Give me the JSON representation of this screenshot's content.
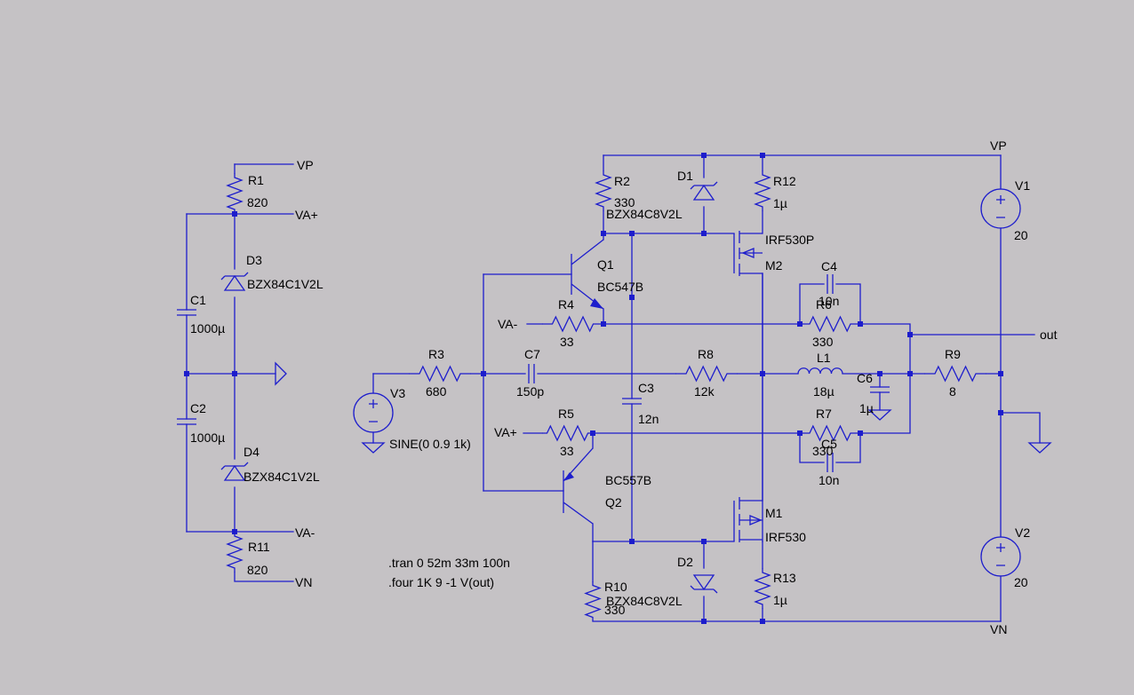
{
  "colors": {
    "background": "#c5c2c5",
    "wire": "#1d1dcc",
    "text": "#000000"
  },
  "nets": {
    "vp_left": "VP",
    "vp_right": "VP",
    "va_plus_left": "VA+",
    "va_plus_r5": "VA+",
    "va_minus_left": "VA-",
    "va_minus_r4": "VA-",
    "vn_left": "VN",
    "vn_right": "VN",
    "out": "out"
  },
  "components": {
    "R1": {
      "name": "R1",
      "value": "820"
    },
    "R2": {
      "name": "R2",
      "value": "330"
    },
    "R3": {
      "name": "R3",
      "value": "680"
    },
    "R4": {
      "name": "R4",
      "value": "33"
    },
    "R5": {
      "name": "R5",
      "value": "33"
    },
    "R6": {
      "name": "R6",
      "value": "330"
    },
    "R7": {
      "name": "R7",
      "value": "330"
    },
    "R8": {
      "name": "R8",
      "value": "12k"
    },
    "R9": {
      "name": "R9",
      "value": "8"
    },
    "R10": {
      "name": "R10",
      "value": "330"
    },
    "R11": {
      "name": "R11",
      "value": "820"
    },
    "R12": {
      "name": "R12",
      "value": "1µ"
    },
    "R13": {
      "name": "R13",
      "value": "1µ"
    },
    "C1": {
      "name": "C1",
      "value": "1000µ"
    },
    "C2": {
      "name": "C2",
      "value": "1000µ"
    },
    "C3": {
      "name": "C3",
      "value": "12n"
    },
    "C4": {
      "name": "C4",
      "value": "10n"
    },
    "C5": {
      "name": "C5",
      "value": "10n"
    },
    "C6": {
      "name": "C6",
      "value": "1µ"
    },
    "C7": {
      "name": "C7",
      "value": "150p"
    },
    "L1": {
      "name": "L1",
      "value": "18µ"
    },
    "D1": {
      "name": "D1",
      "value": "BZX84C8V2L"
    },
    "D2": {
      "name": "D2",
      "value": "BZX84C8V2L"
    },
    "D3": {
      "name": "D3",
      "value": "BZX84C1V2L"
    },
    "D4": {
      "name": "D4",
      "value": "BZX84C1V2L"
    },
    "Q1": {
      "name": "Q1",
      "value": "BC547B"
    },
    "Q2": {
      "name": "Q2",
      "value": "BC557B"
    },
    "M1": {
      "name": "M1",
      "value": "IRF530"
    },
    "M2": {
      "name": "M2",
      "value": "IRF530P"
    },
    "V1": {
      "name": "V1",
      "value": "20"
    },
    "V2": {
      "name": "V2",
      "value": "20"
    },
    "V3": {
      "name": "V3",
      "value": "SINE(0 0.9 1k)"
    }
  },
  "directives": {
    "tran": ".tran 0 52m 33m 100n",
    "four": ".four 1K 9 -1 V(out)"
  }
}
